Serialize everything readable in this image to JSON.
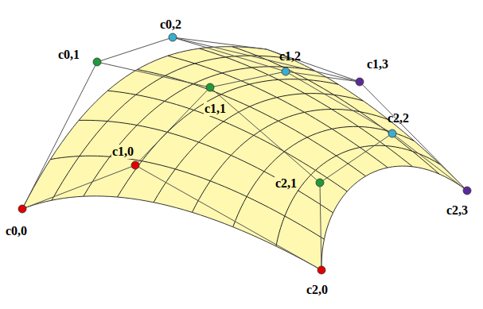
{
  "diagram": {
    "labels": [
      "c0,2",
      "c1,2",
      "c0,1",
      "c1,3",
      "c1,1",
      "c2,2",
      "c1,0",
      "c2,1",
      "c0,0",
      "c2,3",
      "c2,0"
    ]
  }
}
